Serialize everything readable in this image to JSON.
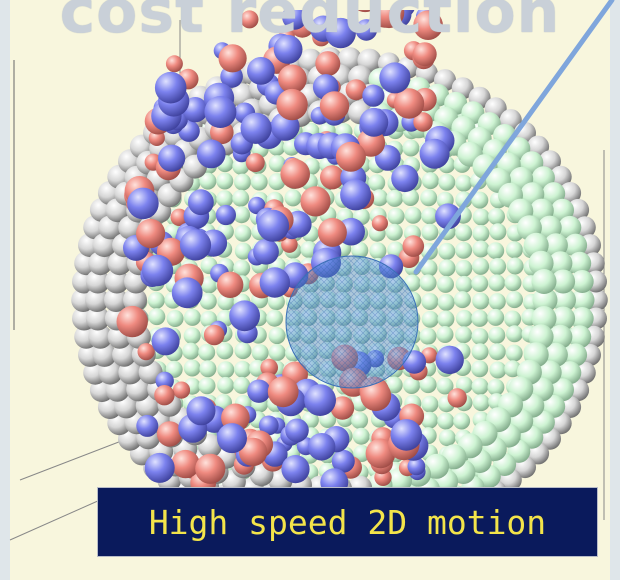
{
  "heading_text": "cost reduction",
  "caption": "High speed 2D motion",
  "colors": {
    "background": "#f8f6dd",
    "ball_red": "#ef8a80",
    "ball_blue": "#7c82ee",
    "ball_green": "#cdf3d2",
    "ball_white": "#d6d6d6",
    "highlight_circle": "#4f8fd8",
    "pointer_line": "#7fa6dc",
    "caption_bg": "#0a1a5c",
    "caption_text": "#f3e44a"
  },
  "icons": [
    "sphere-particle",
    "highlight-circle",
    "pointer-line"
  ]
}
